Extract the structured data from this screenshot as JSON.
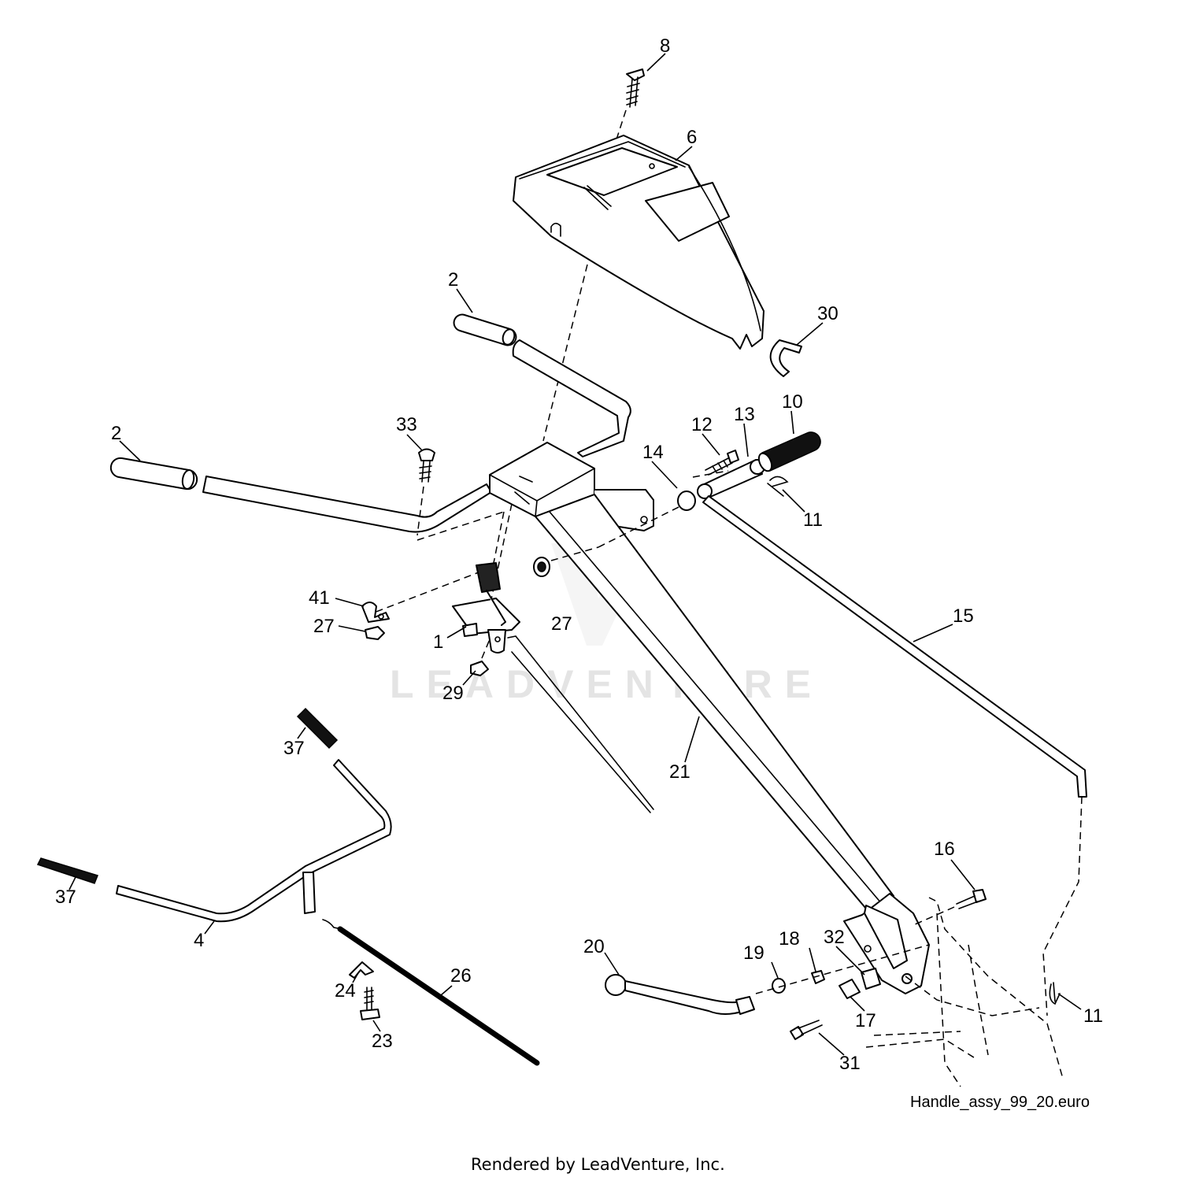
{
  "diagram": {
    "callouts": [
      {
        "id": "8",
        "label": "8"
      },
      {
        "id": "6",
        "label": "6"
      },
      {
        "id": "2a",
        "label": "2"
      },
      {
        "id": "30",
        "label": "30"
      },
      {
        "id": "2b",
        "label": "2"
      },
      {
        "id": "33",
        "label": "33"
      },
      {
        "id": "12",
        "label": "12"
      },
      {
        "id": "13",
        "label": "13"
      },
      {
        "id": "10",
        "label": "10"
      },
      {
        "id": "14",
        "label": "14"
      },
      {
        "id": "11a",
        "label": "11"
      },
      {
        "id": "41",
        "label": "41"
      },
      {
        "id": "27a",
        "label": "27"
      },
      {
        "id": "1",
        "label": "1"
      },
      {
        "id": "27b",
        "label": "27"
      },
      {
        "id": "15",
        "label": "15"
      },
      {
        "id": "29",
        "label": "29"
      },
      {
        "id": "37a",
        "label": "37"
      },
      {
        "id": "21",
        "label": "21"
      },
      {
        "id": "37b",
        "label": "37"
      },
      {
        "id": "16",
        "label": "16"
      },
      {
        "id": "4",
        "label": "4"
      },
      {
        "id": "20",
        "label": "20"
      },
      {
        "id": "19",
        "label": "19"
      },
      {
        "id": "18",
        "label": "18"
      },
      {
        "id": "32",
        "label": "32"
      },
      {
        "id": "26",
        "label": "26"
      },
      {
        "id": "24",
        "label": "24"
      },
      {
        "id": "11b",
        "label": "11"
      },
      {
        "id": "17",
        "label": "17"
      },
      {
        "id": "23",
        "label": "23"
      },
      {
        "id": "31",
        "label": "31"
      }
    ],
    "drawing_name": "Handle_assy_99_20.euro",
    "watermark": "LEADVENTURE",
    "credit": "Rendered by LeadVenture, Inc."
  }
}
